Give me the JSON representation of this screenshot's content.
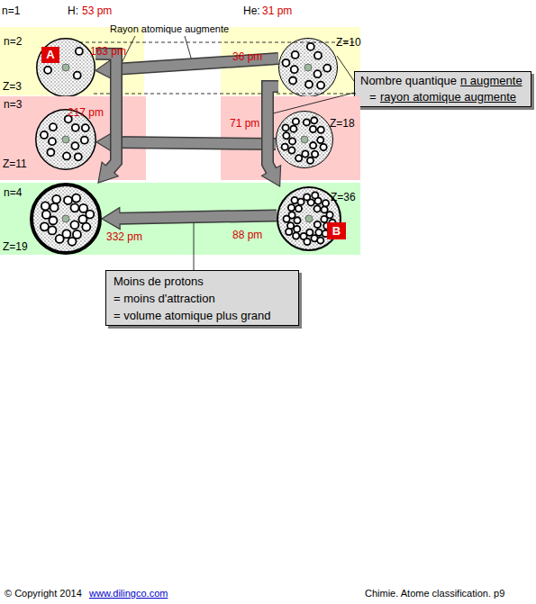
{
  "diagram": {
    "nodes": [
      {
        "text": [
          "n=2"
        ]
      },
      {
        "text": [
          "163 pm",
          "Z=3"
        ],
        "in": 0
      },
      {
        "text": [
          "A"
        ],
        "in": 1
      },
      {
        "text": [
          "36 pm",
          "Z=10"
        ],
        "in": 0
      },
      {
        "text": [
          "Nombre quantique",
          "n augmente",
          "=",
          "rayon atomique augmente"
        ]
      },
      {
        "text": [
          "n=3"
        ]
      },
      {
        "text": [
          "217 pm",
          "Z=11"
        ],
        "in": 5
      },
      {
        "text": [
          "71 pm",
          "Z=18"
        ],
        "in": 5
      },
      {
        "text": [
          "n=4"
        ]
      },
      {
        "text": [
          "332 pm",
          "Z=19"
        ],
        "in": 8
      },
      {
        "text": [
          "88 pm",
          "Z=36"
        ],
        "in": 8
      },
      {
        "text": [
          "B"
        ],
        "in": 10
      },
      {
        "text": [
          "Moins de protons",
          "= moins d'attraction",
          "= volume atomique plus grand"
        ]
      }
    ],
    "edges": [
      {
        "from": 3,
        "to": 1,
        "arrow": "to"
      },
      {
        "from": 7,
        "to": 6,
        "arrow": "to"
      },
      {
        "from": 10,
        "to": 9,
        "arrow": "to"
      },
      {
        "from": 1,
        "to": 9,
        "arrow": "to"
      },
      {
        "from": 3,
        "to": 10,
        "arrow": "to"
      }
    ],
    "labels": [
      "n=1",
      "H:",
      "53 pm",
      "He:",
      "31 pm",
      "Rayon atomique augmente",
      "© Copyright 2014",
      "www.dilingco.com",
      "Chimie. Atome classification. p9"
    ]
  }
}
